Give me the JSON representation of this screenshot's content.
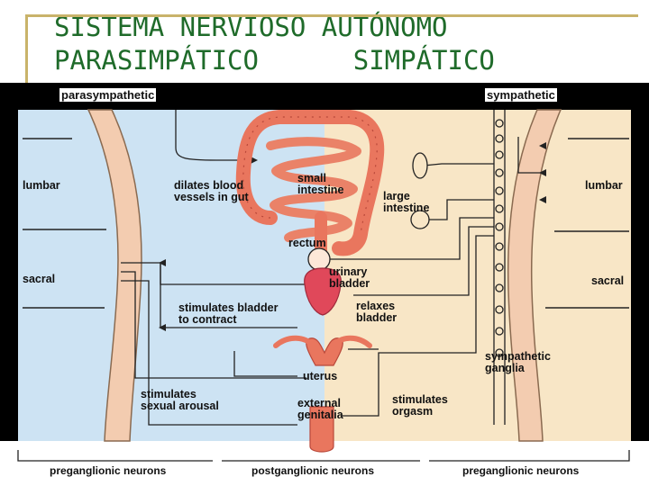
{
  "slide": {
    "title_line1": "SISTEMA NERVIOSO AUTÓNOMO",
    "title_line2": "PARASIMPÁTICO      SIMPÁTICO"
  },
  "diagram": {
    "header_left": "parasympathetic",
    "header_right": "sympathetic",
    "regions_left": [
      "lumbar",
      "sacral"
    ],
    "regions_right": [
      "lumbar",
      "sacral"
    ],
    "organs": {
      "small_intestine": "small\nintestine",
      "large_intestine": "large\nintestine",
      "rectum": "rectum",
      "urinary_bladder": "urinary\nbladder",
      "uterus": "uterus",
      "external_genitalia": "external\ngenitalia"
    },
    "effects": {
      "dilates_vessels": "dilates blood\nvessels in gut",
      "bladder_contract": "stimulates bladder\nto contract",
      "relaxes_bladder": "relaxes\nbladder",
      "sexual_arousal": "stimulates\nsexual arousal",
      "orgasm": "stimulates\norgasm",
      "ganglia": "sympathetic\nganglia"
    },
    "footer": [
      "preganglionic neurons",
      "postganglionic neurons",
      "preganglionic neurons"
    ],
    "colors": {
      "parasympathetic_bg": "#cde3f3",
      "sympathetic_bg": "#f8e6c6",
      "organ": "#e9765e",
      "title": "#1f6b2a"
    }
  }
}
